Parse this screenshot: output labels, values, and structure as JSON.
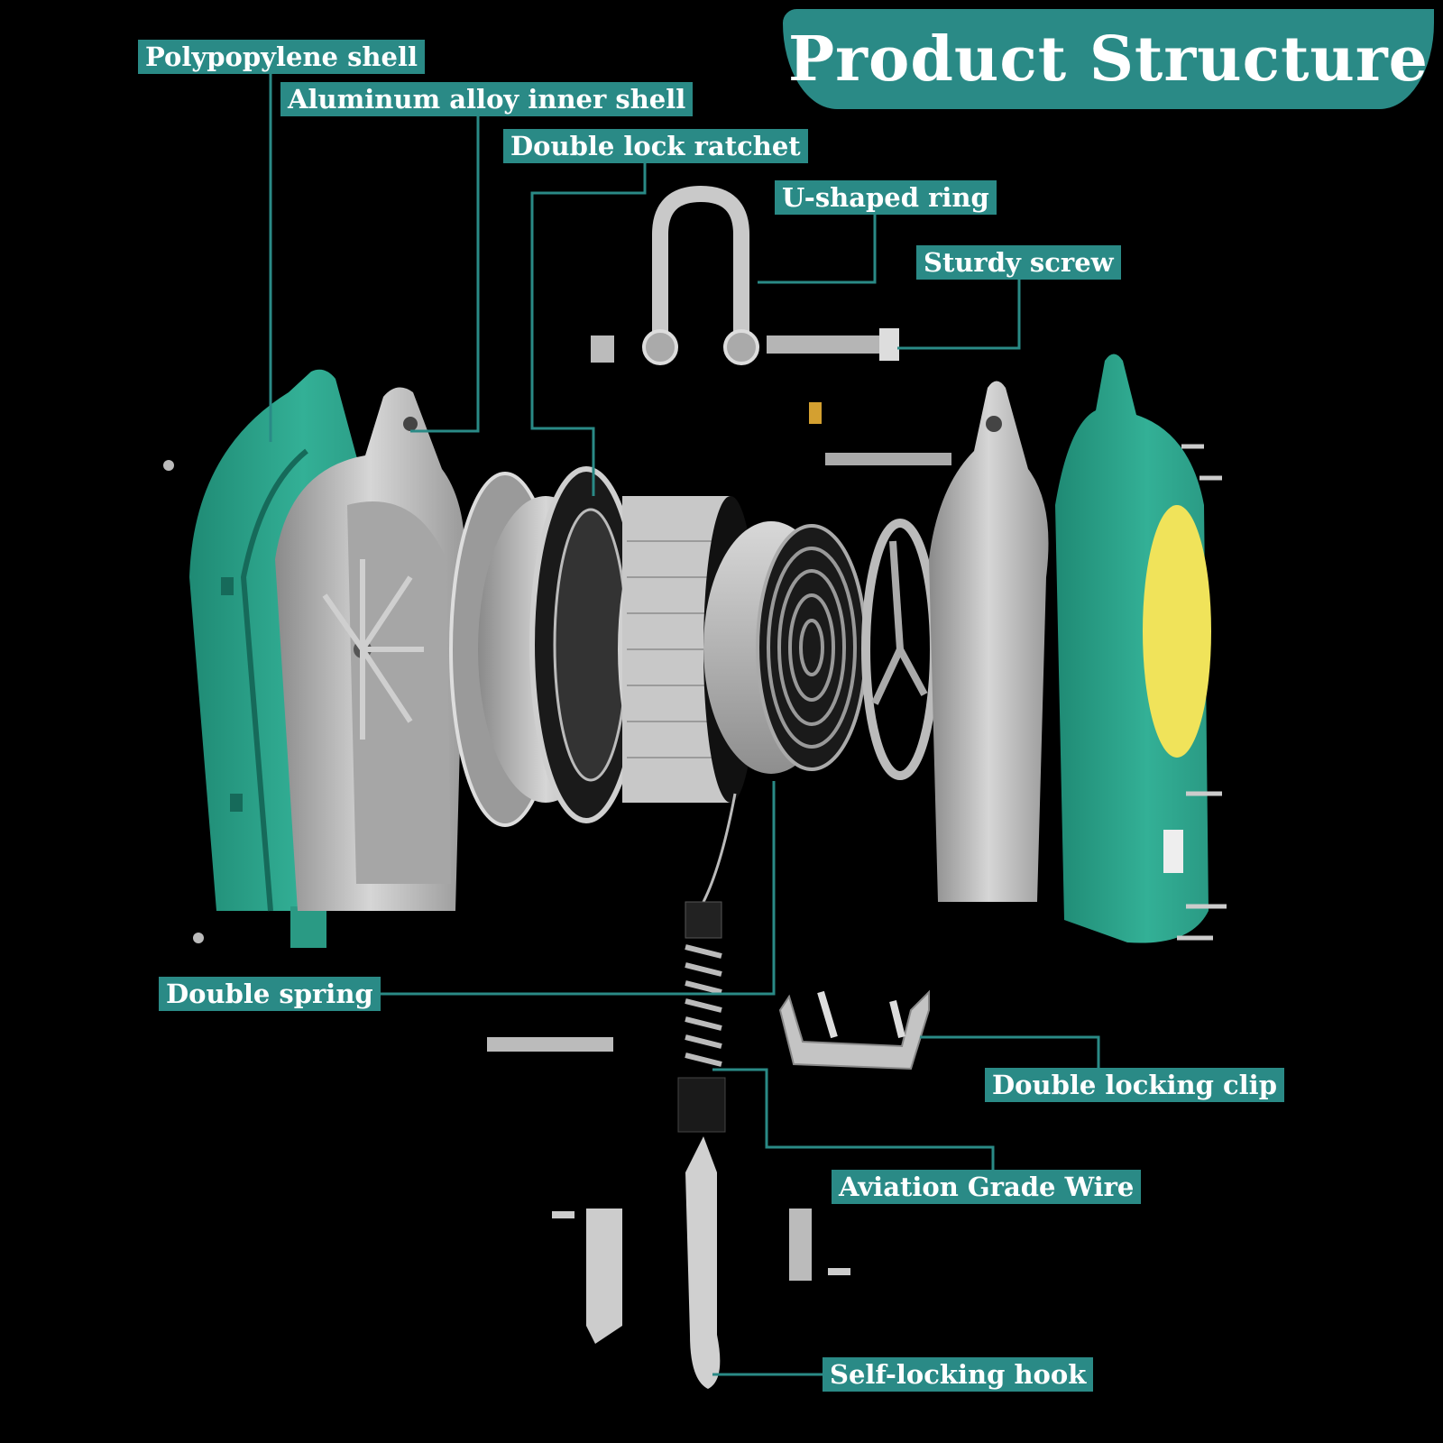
{
  "title": "Product Structure",
  "labels": {
    "polypropylene_shell": "Polypopylene shell",
    "aluminum_inner_shell": "Aluminum alloy inner shell",
    "double_lock_ratchet": "Double lock ratchet",
    "u_shaped_ring": "U-shaped ring",
    "sturdy_screw": "Sturdy screw",
    "double_spring": "Double spring",
    "double_locking_clip": "Double locking clip",
    "aviation_grade_wire": "Aviation Grade Wire",
    "self_locking_hook": "Self-locking hook"
  },
  "colors": {
    "accent": "#2a8a86",
    "shell_green": "#2fa58f",
    "metal": "#b4b4b4",
    "background": "#000000",
    "label_yellow": "#f0e35a"
  }
}
